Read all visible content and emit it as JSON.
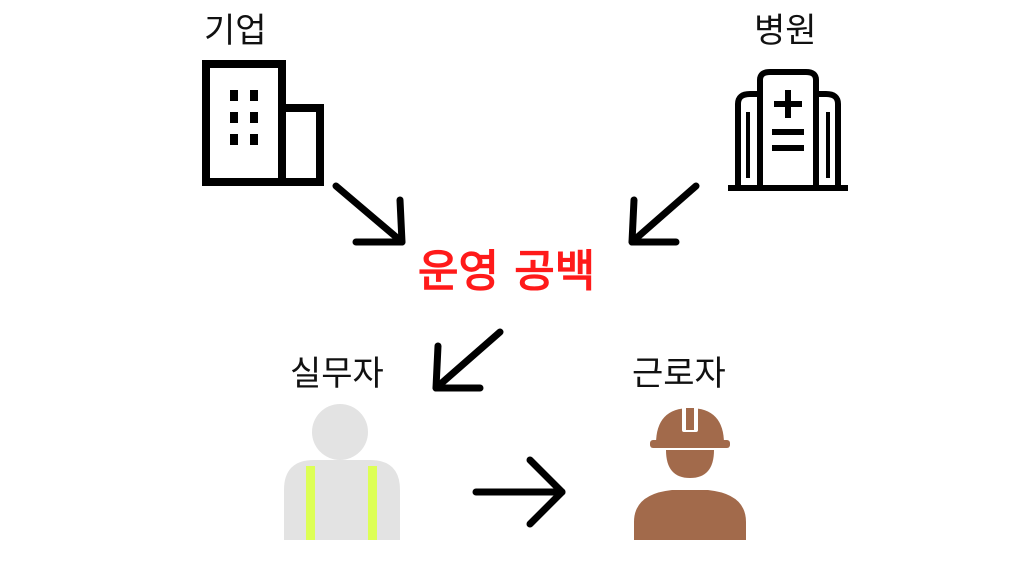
{
  "nodes": {
    "company": {
      "label": "기업",
      "icon": "office-building-icon"
    },
    "hospital": {
      "label": "병원",
      "icon": "hospital-building-icon"
    },
    "center": {
      "label": "운영 공백"
    },
    "practitioner": {
      "label": "실무자",
      "icon": "safety-vest-person-icon"
    },
    "worker": {
      "label": "근로자",
      "icon": "hard-hat-worker-icon"
    }
  },
  "edges": [
    {
      "from": "company",
      "to": "center"
    },
    {
      "from": "hospital",
      "to": "center"
    },
    {
      "from": "center",
      "to": "practitioner"
    },
    {
      "from": "practitioner",
      "to": "worker"
    }
  ],
  "colors": {
    "center_text": "#ff1a1a",
    "stroke": "#000000",
    "practitioner_body": "#e3e3e3",
    "vest_stripe": "#ddff55",
    "worker_fill": "#a26a4b"
  }
}
